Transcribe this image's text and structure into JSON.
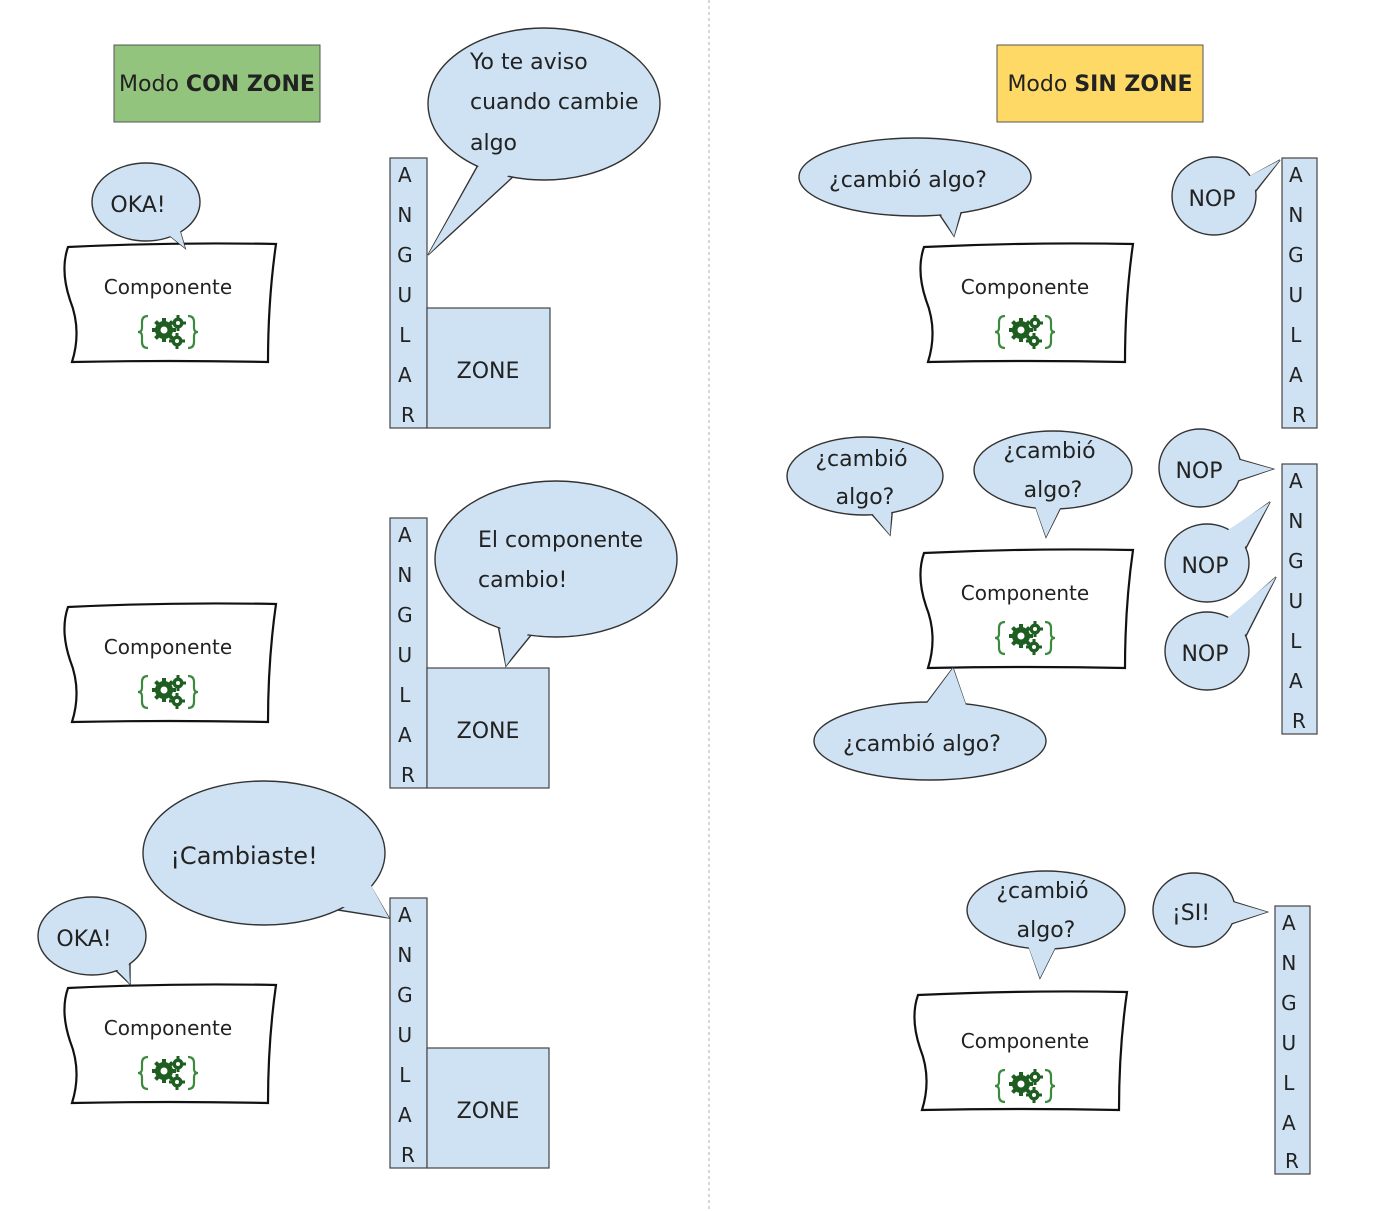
{
  "left_panel": {
    "title_prefix": "Modo",
    "title_strong": "CON ZONE",
    "title_color": "#93c47d",
    "scenes": [
      {
        "component_label": "Componente",
        "component_reply": "OKA!",
        "angular_letters": [
          "A",
          "N",
          "G",
          "U",
          "L",
          "A",
          "R"
        ],
        "zone_label": "ZONE",
        "speech_line1": "Yo te aviso",
        "speech_line2": "cuando cambie",
        "speech_line3": "algo"
      },
      {
        "component_label": "Componente",
        "angular_letters": [
          "A",
          "N",
          "G",
          "U",
          "L",
          "A",
          "R"
        ],
        "zone_label": "ZONE",
        "speech_line1": "El componente",
        "speech_line2": "cambio!"
      },
      {
        "component_label": "Componente",
        "component_reply": "OKA!",
        "angular_letters": [
          "A",
          "N",
          "G",
          "U",
          "L",
          "A",
          "R"
        ],
        "zone_label": "ZONE",
        "speech": "¡Cambiaste!"
      }
    ]
  },
  "right_panel": {
    "title_prefix": "Modo",
    "title_strong": "SIN ZONE",
    "title_color": "#ffd966",
    "scenes": [
      {
        "component_label": "Componente",
        "question": "¿cambió algo?",
        "answer": "NOP",
        "angular_letters": [
          "A",
          "N",
          "G",
          "U",
          "L",
          "A",
          "R"
        ]
      },
      {
        "component_label": "Componente",
        "question_left_1": "¿cambió",
        "question_left_2": "algo?",
        "question_top_1": "¿cambió",
        "question_top_2": "algo?",
        "question_bottom": "¿cambió algo?",
        "answers": [
          "NOP",
          "NOP",
          "NOP"
        ],
        "angular_letters": [
          "A",
          "N",
          "G",
          "U",
          "L",
          "A",
          "R"
        ]
      },
      {
        "component_label": "Componente",
        "question_1": "¿cambió",
        "question_2": "algo?",
        "answer": "¡SI!",
        "angular_letters": [
          "A",
          "N",
          "G",
          "U",
          "L",
          "A",
          "R"
        ]
      }
    ]
  }
}
